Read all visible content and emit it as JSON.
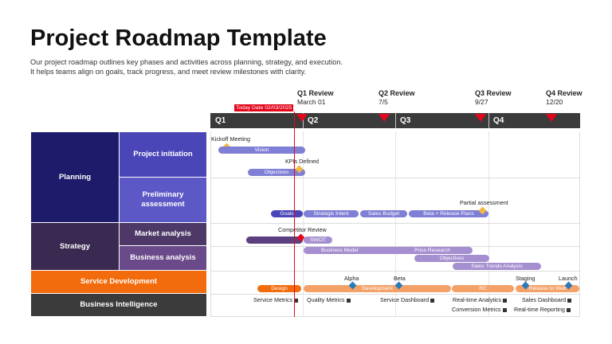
{
  "title": {
    "bold": "Project Roadmap",
    "rest": "Template"
  },
  "description": [
    "Our project roadmap outlines key phases and activities across planning, strategy, and execution.",
    "It helps teams align on goals, track progress, and meet review milestones with clarity."
  ],
  "reviews": [
    {
      "title": "Q1 Review",
      "date": "March 01"
    },
    {
      "title": "Q2 Review",
      "date": "7/5"
    },
    {
      "title": "Q3 Review",
      "date": "9/27"
    },
    {
      "title": "Q4 Review",
      "date": "12/20"
    }
  ],
  "quarters": [
    "Q1",
    "Q2",
    "Q3",
    "Q4"
  ],
  "today": "Today Date 02/03/2025",
  "sections": {
    "planning": "Planning",
    "strategy": "Strategy",
    "service": "Service Development",
    "bi": "Business Intelligence"
  },
  "subsections": {
    "project_initiation": "Project initiation",
    "preliminary_assessment": "Preliminary assessment",
    "market_analysis": "Market analysis",
    "business_analysis": "Business analysis"
  },
  "tasks": {
    "vision": "Vision",
    "objectives1": "Objectives",
    "goals": "Goals",
    "strategic_intent": "Strategic Intent",
    "sales_budget": "Sales Budget",
    "beta_release": "Beta + Release Plans",
    "swot": "SWOT",
    "business_model": "Business Model",
    "price_research": "Price Research",
    "objectives2": "Objectives",
    "sales_trends": "Sales Trends Analysis",
    "design": "Design",
    "development": "Development",
    "rc": "RC",
    "release_web": "Release to Web"
  },
  "milestones": {
    "kickoff": "Kickoff Meeting",
    "kpis": "KPIs Defined",
    "partial": "Partial assessment",
    "competitor": "Competitor Review",
    "alpha": "Alpha",
    "beta": "Beta",
    "staging": "Staging",
    "launch": "Launch"
  },
  "bi_items": {
    "service_metrics": "Service Metrics",
    "quality_metrics": "Quality Metrics",
    "service_dashboard": "Service Dashboard",
    "realtime_analytics": "Real-time Analytics",
    "sales_dashboard": "Sales Dashboard",
    "conversion_metrics": "Conversion Metrics",
    "realtime_reporting": "Real-time Reporting"
  },
  "colors": {
    "planning": "#1e1b6b",
    "planning_sub": "#4a46b8",
    "strategy": "#3a2a52",
    "strategy_sub": "#6a4a8a",
    "service": "#f26c0d",
    "bi": "#3b3b3b",
    "today_red": "#e4061b",
    "bar_blue": "#7f7fd6",
    "bar_purple": "#a58fd0",
    "bar_orange": "#f4a168",
    "diamond_gold": "#f0b840"
  }
}
